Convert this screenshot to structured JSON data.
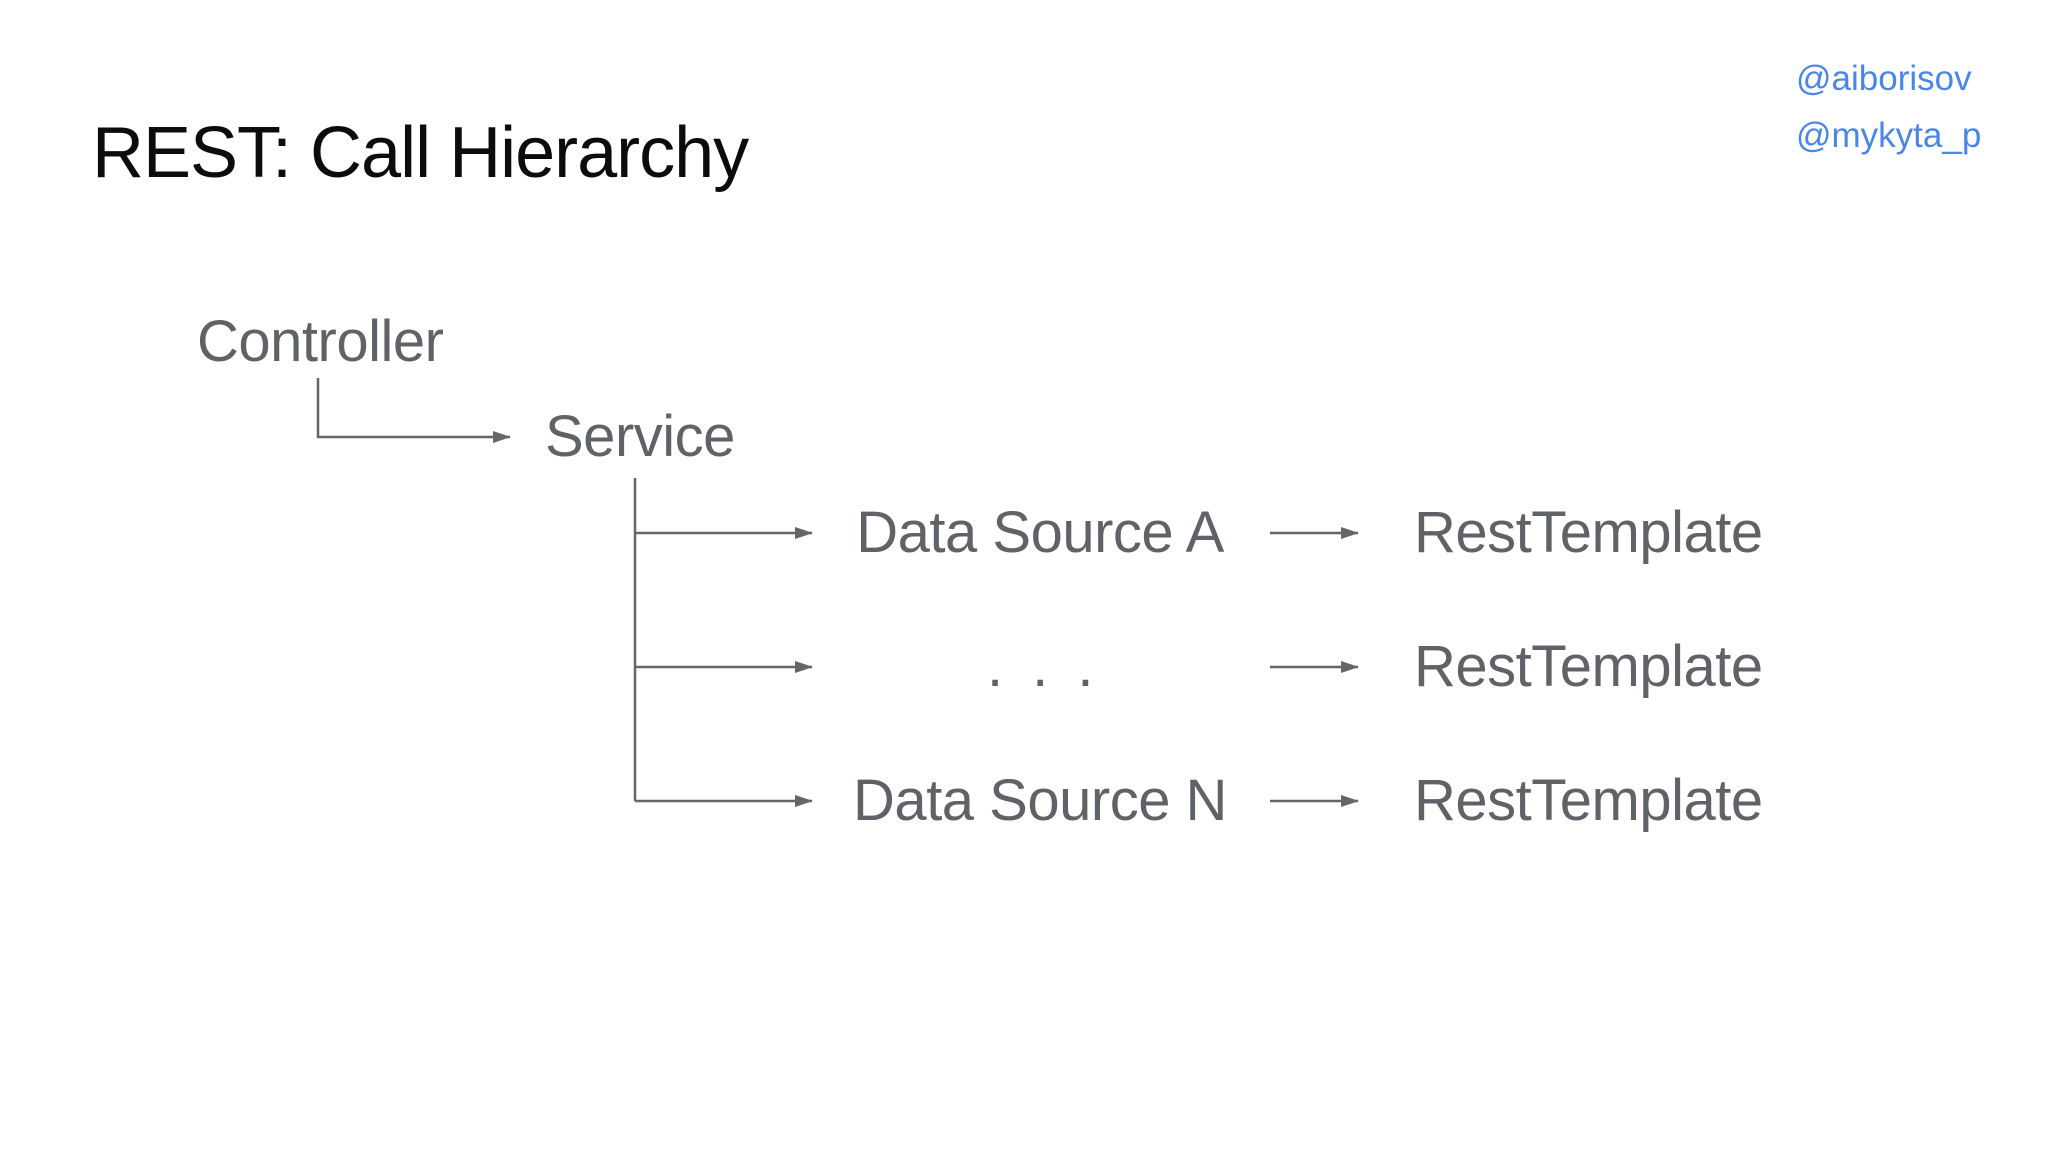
{
  "slide": {
    "title": "REST: Call Hierarchy",
    "handles": [
      "@aiborisov",
      "@mykyta_p"
    ],
    "colors": {
      "background": "#ffffff",
      "title_text": "#0c0c0c",
      "diagram_text": "#5f6368",
      "connector_line": "#666666",
      "handle_blue": "#4a86e8"
    }
  },
  "diagram": {
    "type": "call-hierarchy-tree",
    "root": "Controller",
    "child": "Service",
    "rows": [
      {
        "source": "Data Source A",
        "target": "RestTemplate"
      },
      {
        "source": ". . .",
        "target": "RestTemplate"
      },
      {
        "source": "Data Source N",
        "target": "RestTemplate"
      }
    ]
  }
}
